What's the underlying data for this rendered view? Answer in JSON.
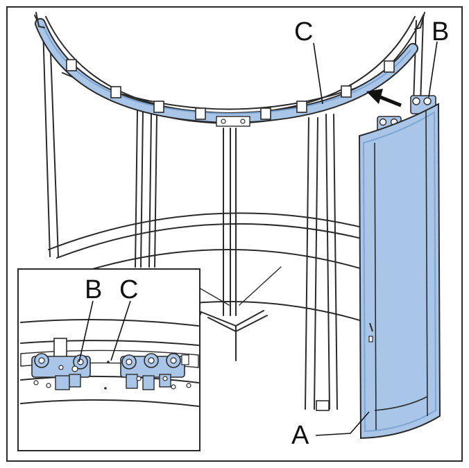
{
  "labels": {
    "door_leaf": "A",
    "roller_carriage": "B",
    "guide_rail": "C",
    "inset_carriage": "B",
    "inset_rail": "C"
  },
  "colors": {
    "part_blue": "#a9c6e8",
    "part_blue_dark": "#7fa5d2",
    "line": "#2a2a2a",
    "background": "#ffffff"
  },
  "icons": {
    "direction_arrow": "arrow-up-left-icon"
  }
}
